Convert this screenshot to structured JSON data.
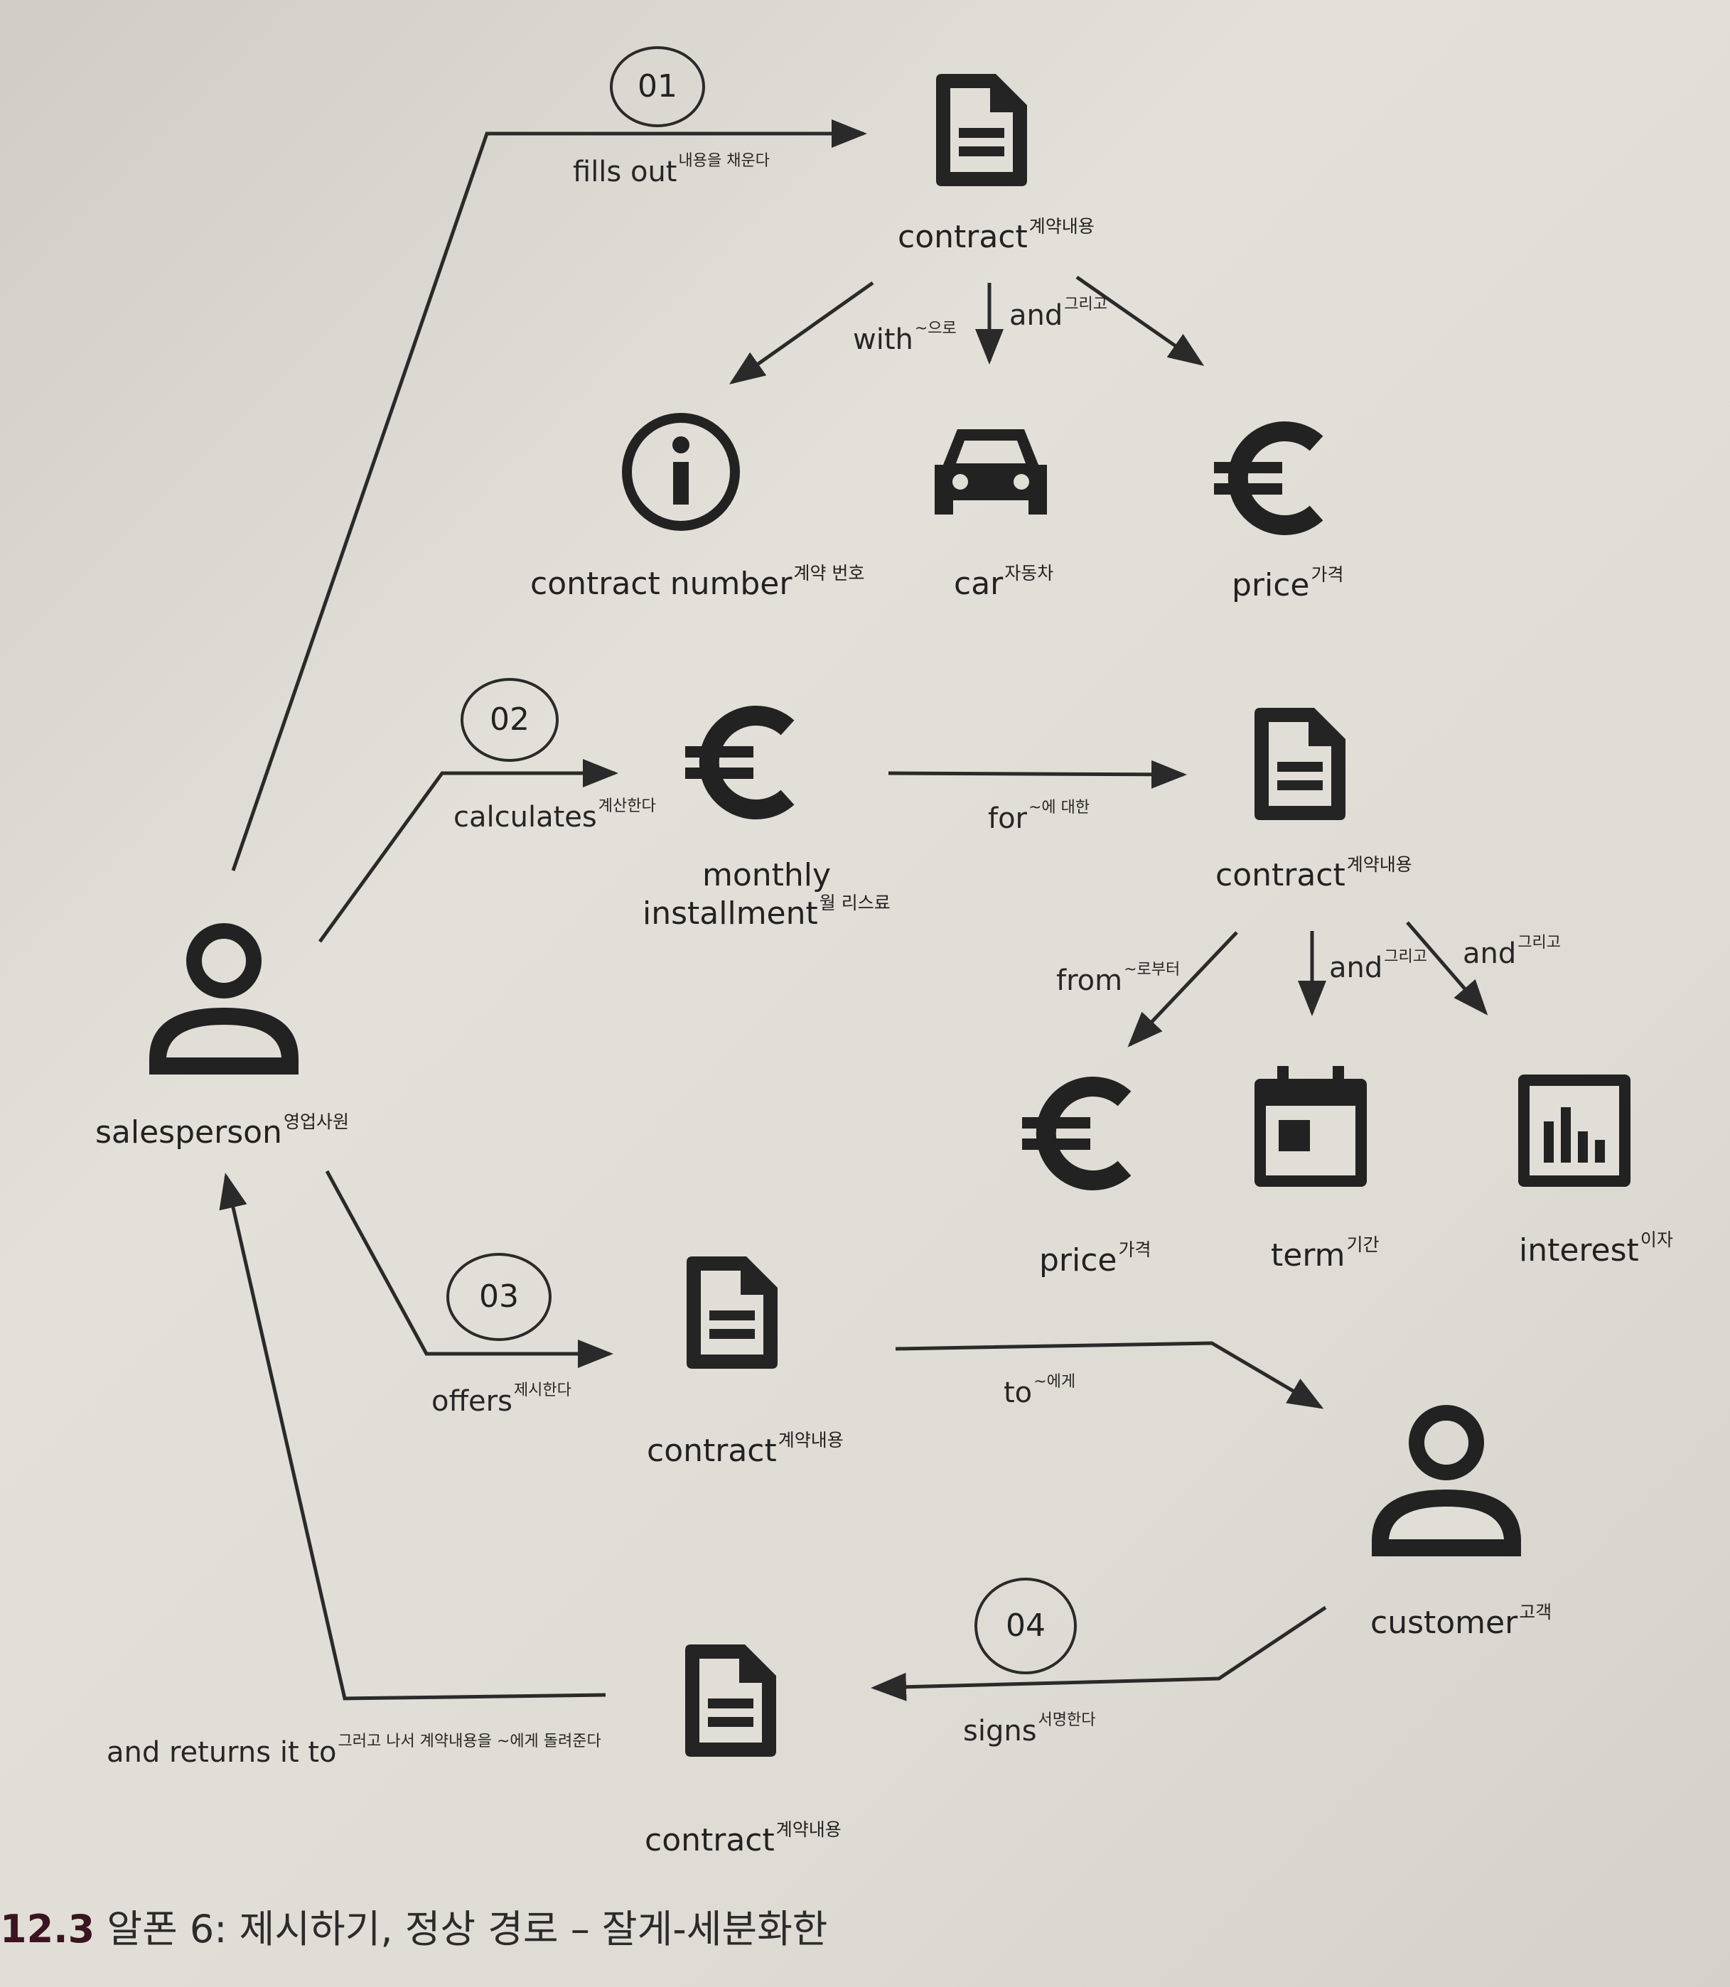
{
  "steps": {
    "s1": "01",
    "s2": "02",
    "s3": "03",
    "s4": "04"
  },
  "nodes": {
    "salesperson": {
      "en": "salesperson",
      "ko": "영업사원"
    },
    "contract1": {
      "en": "contract",
      "ko": "계약내용"
    },
    "contract_number": {
      "en": "contract number",
      "ko": "계약 번호"
    },
    "car": {
      "en": "car",
      "ko": "자동차"
    },
    "price1": {
      "en": "price",
      "ko": "가격"
    },
    "monthly": {
      "en1": "monthly",
      "en2": "installment",
      "ko": "월 리스료"
    },
    "contract2": {
      "en": "contract",
      "ko": "계약내용"
    },
    "price2": {
      "en": "price",
      "ko": "가격"
    },
    "term": {
      "en": "term",
      "ko": "기간"
    },
    "interest": {
      "en": "interest",
      "ko": "이자"
    },
    "contract3": {
      "en": "contract",
      "ko": "계약내용"
    },
    "customer": {
      "en": "customer",
      "ko": "고객"
    },
    "contract4": {
      "en": "contract",
      "ko": "계약내용"
    }
  },
  "edges": {
    "fills_out": {
      "en": "fills out",
      "ko": "내용을 채운다"
    },
    "with": {
      "en": "with",
      "ko": "~으로"
    },
    "and1": {
      "en": "and",
      "ko": "그리고"
    },
    "calculates": {
      "en": "calculates",
      "ko": "계산한다"
    },
    "for": {
      "en": "for",
      "ko": "~에 대한"
    },
    "from": {
      "en": "from",
      "ko": "~로부터"
    },
    "and2": {
      "en": "and",
      "ko": "그리고"
    },
    "and3": {
      "en": "and",
      "ko": "그리고"
    },
    "offers": {
      "en": "offers",
      "ko": "제시한다"
    },
    "to": {
      "en": "to",
      "ko": "~에게"
    },
    "signs": {
      "en": "signs",
      "ko": "서명한다"
    },
    "returns": {
      "en": "and returns it to",
      "ko": "그러고 나서 계약내용을 ~에게 돌려준다"
    }
  },
  "caption": {
    "number": "12.3",
    "text": "알폰 6: 제시하기, 정상 경로 – 잘게-세분화한"
  }
}
